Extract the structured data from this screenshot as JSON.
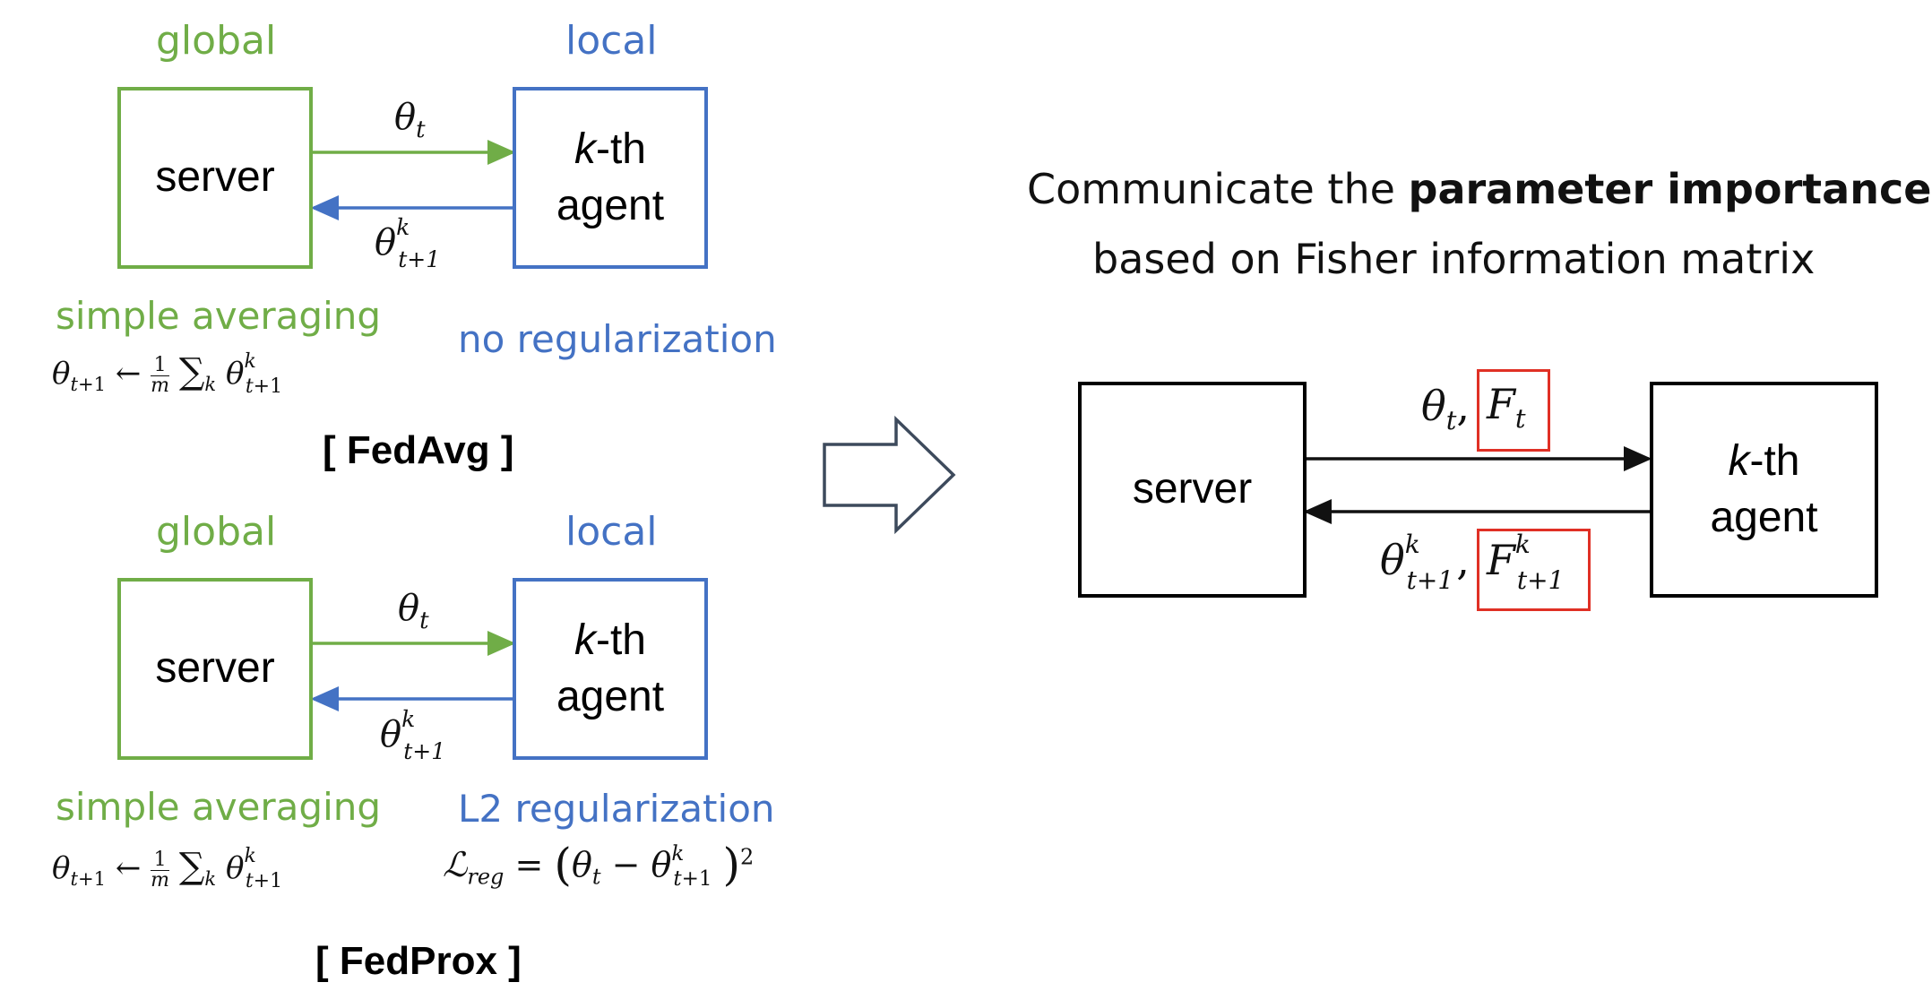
{
  "fedavg": {
    "global_label": "global",
    "local_label": "local",
    "server_label": "server",
    "agent_k": "k",
    "agent_th": "-th",
    "agent_word": "agent",
    "down_symbol": "θ",
    "down_sub": "t",
    "up_symbol": "θ",
    "up_sup": "k",
    "up_sub": "t+1",
    "aggregation_title": "simple averaging",
    "aggregation_formula": "θ_{t+1} ← (1/m) Σ_k θ^k_{t+1}",
    "regularization_title": "no regularization",
    "tag": "[ FedAvg ]"
  },
  "fedprox": {
    "global_label": "global",
    "local_label": "local",
    "server_label": "server",
    "agent_k": "k",
    "agent_th": "-th",
    "agent_word": "agent",
    "down_symbol": "θ",
    "down_sub": "t",
    "up_symbol": "θ",
    "up_sup": "k",
    "up_sub": "t+1",
    "aggregation_title": "simple averaging",
    "aggregation_formula": "θ_{t+1} ← (1/m) Σ_k θ^k_{t+1}",
    "regularization_title": "L2 regularization",
    "regularization_formula": "L_reg = (θ_t − θ^k_{t+1})^2",
    "tag": "[ FedProx ]"
  },
  "proposed": {
    "heading_prefix": "Communicate the ",
    "heading_bold": "parameter importance",
    "heading_line2": "based on Fisher information matrix",
    "server_label": "server",
    "agent_k": "k",
    "agent_th": "-th",
    "agent_word": "agent",
    "down_theta": "θ",
    "down_theta_sub": "t",
    "down_fisher": "F",
    "down_fisher_sub": "t",
    "up_theta": "θ",
    "up_theta_sup": "k",
    "up_theta_sub": "t+1",
    "up_fisher": "F",
    "up_fisher_sup": "k",
    "up_fisher_sub": "t+1",
    "comma": ","
  },
  "colors": {
    "global_green": "#70ad47",
    "local_blue": "#4472c4",
    "fisher_highlight": "#e03025"
  },
  "icons": {
    "transition": "right-arrow-outline"
  }
}
